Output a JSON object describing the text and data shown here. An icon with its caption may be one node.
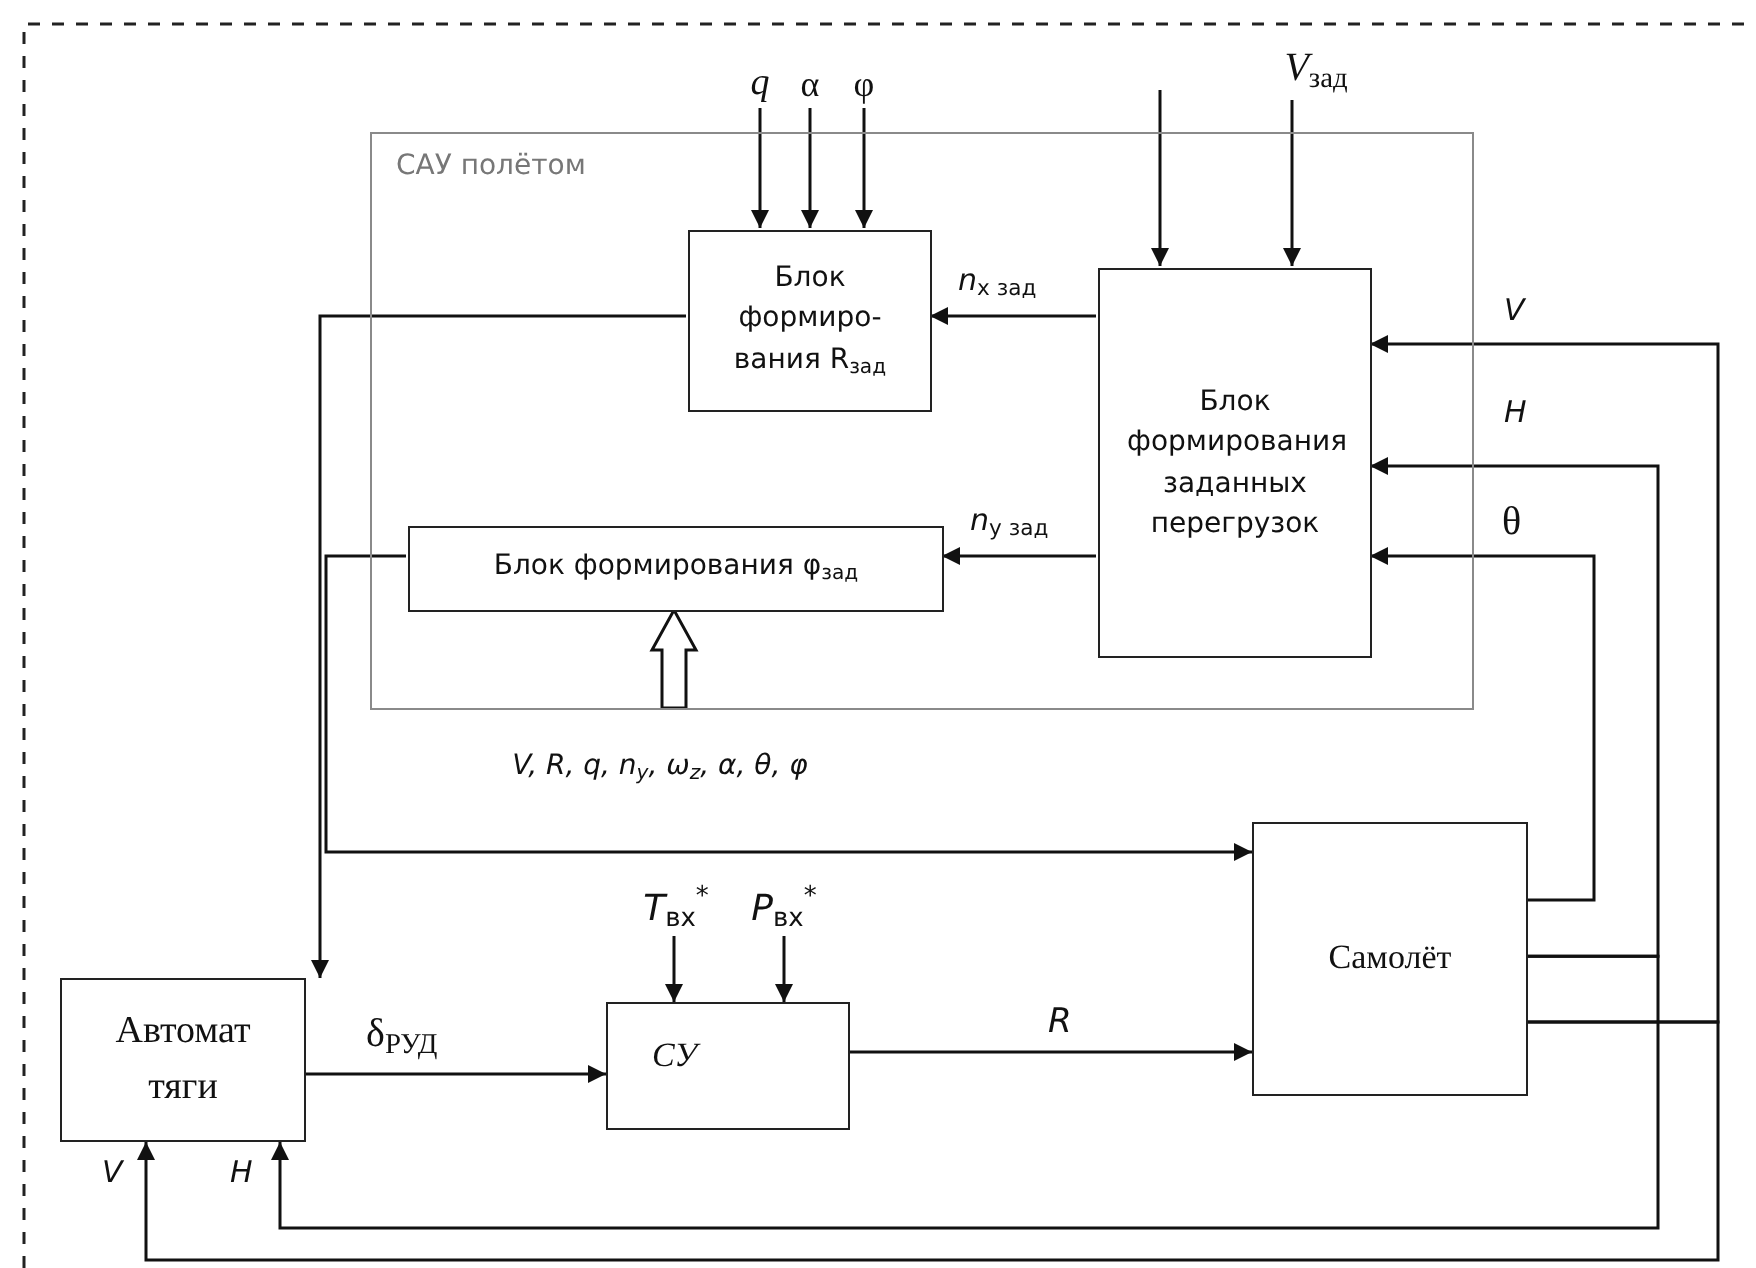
{
  "diagram": {
    "nodes": [
      {
        "text": [
          "САУ полётом"
        ]
      },
      {
        "text": [
          "q"
        ]
      },
      {
        "text": [
          "α"
        ]
      },
      {
        "text": [
          "φ"
        ]
      },
      {
        "text": [
          "*V*$_{зад}$"
        ]
      },
      {
        "text": [
          "Блок формиро- вания R$_{зад}$"
        ],
        "in": 0
      },
      {
        "text": [
          "Блок формирования заданных перегрузок"
        ],
        "in": 0
      },
      {
        "text": [
          "Блок формирования φ$_{зад}$"
        ],
        "in": 0
      },
      {
        "text": [
          "V, R, q, n$_{y}$, ω$_{z}$, α, θ, φ"
        ]
      },
      {
        "text": [
          "*T*$_{вх}$$^{*}$"
        ]
      },
      {
        "text": [
          "*P*$_{вх}$$^{*}$"
        ]
      },
      {
        "text": [
          "Самолёт"
        ]
      },
      {
        "text": [
          "Автомат тяги"
        ]
      },
      {
        "text": [
          "СУ"
        ]
      }
    ],
    "edges": [
      {
        "from": 1,
        "to": 5,
        "arrow": "to"
      },
      {
        "from": 2,
        "to": 5,
        "arrow": "to"
      },
      {
        "from": 3,
        "to": 5,
        "arrow": "to"
      },
      {
        "from": null,
        "to": 6,
        "arrow": "to"
      },
      {
        "from": 4,
        "to": 6,
        "arrow": "to"
      },
      {
        "from": 6,
        "to": 5,
        "arrow": "to",
        "label": "*n*$_{x зад}$"
      },
      {
        "from": 6,
        "to": 7,
        "arrow": "to",
        "label": "*n*$_{y зад}$"
      },
      {
        "from": 5,
        "to": 12,
        "arrow": "to"
      },
      {
        "from": 7,
        "to": 11,
        "arrow": "to"
      },
      {
        "from": 8,
        "to": 7,
        "arrow": "to",
        "style": "thick"
      },
      {
        "from": 9,
        "to": 13,
        "arrow": "to"
      },
      {
        "from": 10,
        "to": 13,
        "arrow": "to"
      },
      {
        "from": 12,
        "to": 13,
        "arrow": "to",
        "label": "δ$_{РУД}$"
      },
      {
        "from": 13,
        "to": 11,
        "arrow": "to",
        "label": "R"
      },
      {
        "from": 11,
        "to": 6,
        "arrow": "to",
        "label": "θ"
      },
      {
        "from": 11,
        "to": 6,
        "arrow": "to",
        "label": "H"
      },
      {
        "from": 11,
        "to": 6,
        "arrow": "to",
        "label": "V"
      },
      {
        "from": 11,
        "to": 12,
        "arrow": "to",
        "label": "H"
      },
      {
        "from": 11,
        "to": 12,
        "arrow": "to",
        "label": "V"
      }
    ]
  }
}
